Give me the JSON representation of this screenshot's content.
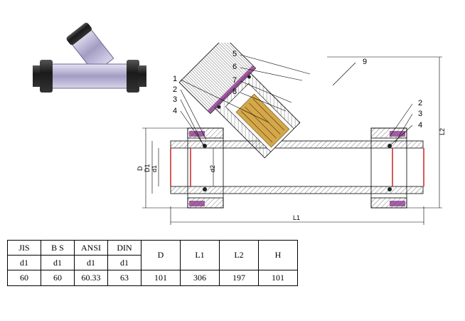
{
  "callouts": {
    "left": [
      "1",
      "2",
      "3",
      "4"
    ],
    "cap": [
      "5",
      "6",
      "7",
      "8"
    ],
    "top_right": "9",
    "right": [
      "2",
      "3",
      "4"
    ]
  },
  "dimensions": {
    "D": "D",
    "D1": "D1",
    "d1": "d1",
    "d2": "d2",
    "L1": "L1",
    "L2": "L2"
  },
  "table": {
    "headers": [
      {
        "line1": "JIS",
        "line2": "d1"
      },
      {
        "line1": "B S",
        "line2": "d1"
      },
      {
        "line1": "ANSI",
        "line2": "d1"
      },
      {
        "line1": "DIN",
        "line2": "d1"
      },
      {
        "line1": "D"
      },
      {
        "line1": "L1"
      },
      {
        "line1": "L2"
      },
      {
        "line1": "H"
      }
    ],
    "values": [
      "60",
      "60",
      "60.33",
      "63",
      "101",
      "306",
      "197",
      "101"
    ]
  },
  "colors": {
    "pvc_body": "#b8aec9",
    "hatch": "#555555",
    "gasket": "#8b3a8b",
    "seal_red": "#cc2222",
    "screen": "#d4a84a"
  }
}
